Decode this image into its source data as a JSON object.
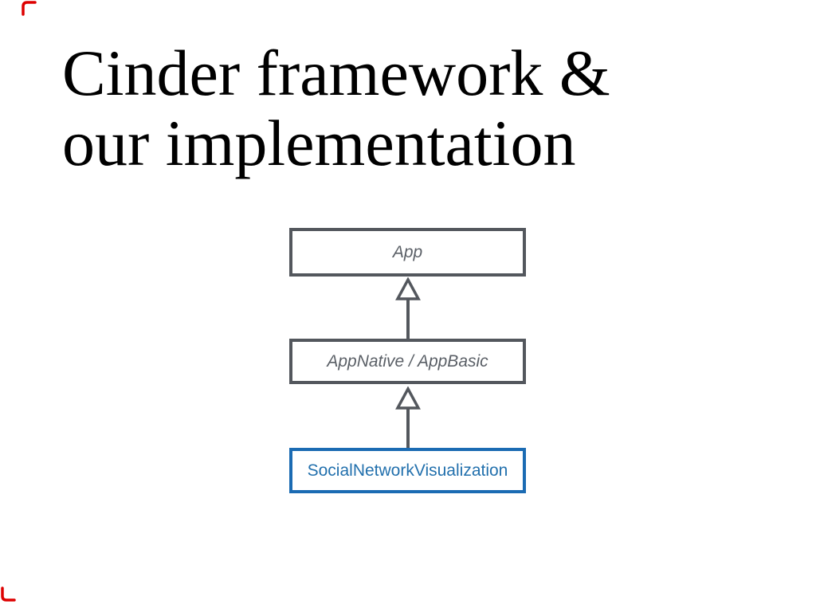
{
  "slide": {
    "title_lines": [
      "Cinder framework &",
      "our implementation"
    ]
  },
  "diagram": {
    "nodes": [
      {
        "label": "App",
        "type": "framework-class"
      },
      {
        "label": "AppNative / AppBasic",
        "type": "framework-class"
      },
      {
        "label": "SocialNetworkVisualization",
        "type": "implementation-class"
      }
    ],
    "edges": [
      {
        "from": "AppNative / AppBasic",
        "to": "App",
        "relation": "inherits"
      },
      {
        "from": "SocialNetworkVisualization",
        "to": "AppNative / AppBasic",
        "relation": "inherits"
      }
    ],
    "colors": {
      "framework_border": "#53575d",
      "framework_text": "#5a5f66",
      "accent_border": "#1b6bb3",
      "accent_text": "#2270ad"
    }
  },
  "decorations": {
    "corner_mark_color": "#dd0000"
  }
}
